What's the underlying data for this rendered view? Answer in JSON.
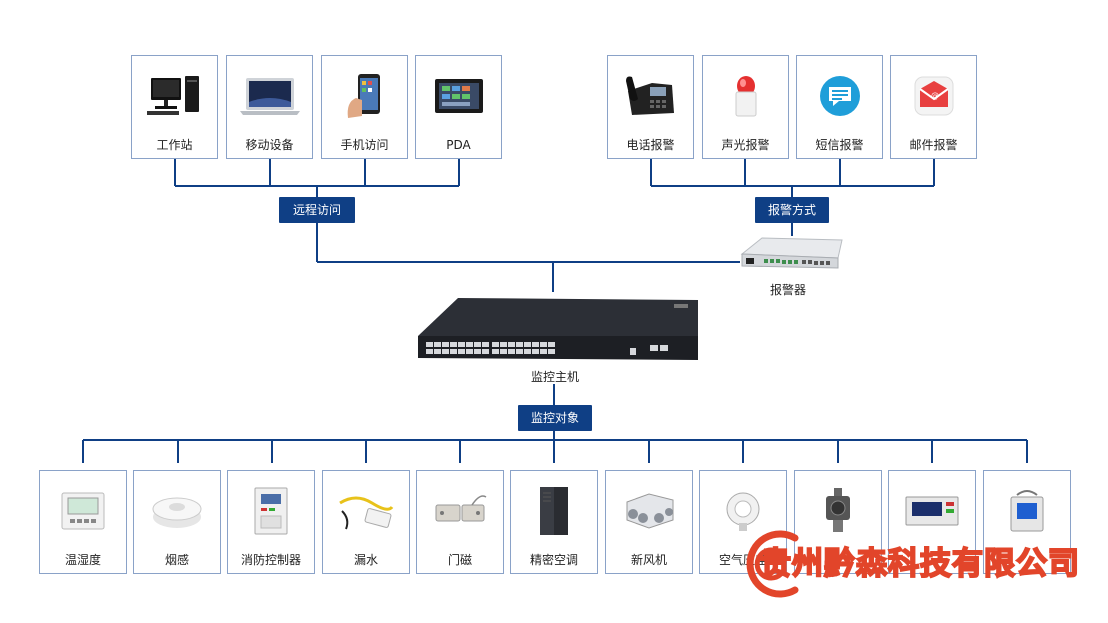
{
  "remote_devices": [
    "工作站",
    "移动设备",
    "手机访问",
    "PDA"
  ],
  "alarm_methods": [
    "电话报警",
    "声光报警",
    "短信报警",
    "邮件报警"
  ],
  "remote_access_label": "远程访问",
  "alarm_method_label": "报警方式",
  "alarm_unit_label": "报警器",
  "host_label": "监控主机",
  "objects_label": "监控对象",
  "monitored_objects": [
    "温湿度",
    "烟感",
    "消防控制器",
    "漏水",
    "门磁",
    "精密空调",
    "新风机",
    "空气压差",
    "",
    "",
    ""
  ],
  "watermark": "贵州黔森科技有限公司",
  "colors": {
    "line": "#0f3f85",
    "tag": "#0f3f85",
    "card_border": "#8aa2c8",
    "watermark": "#e2452a"
  }
}
